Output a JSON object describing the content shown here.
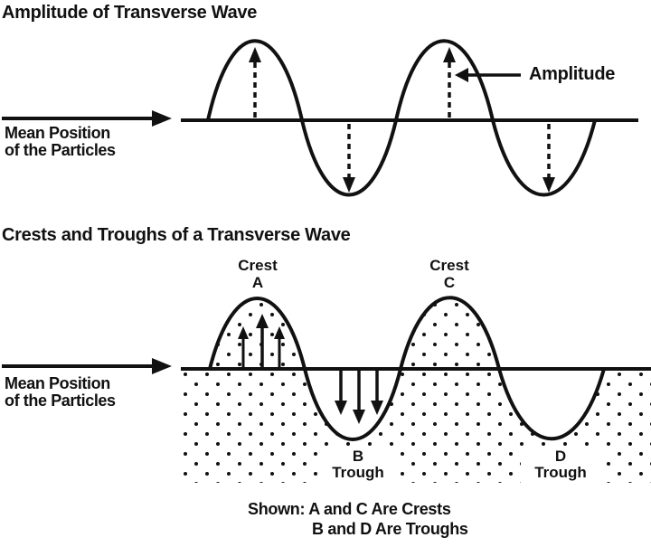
{
  "colors": {
    "ink": "#111111",
    "background": "#ffffff"
  },
  "section1": {
    "title": "Amplitude of Transverse Wave",
    "mean_label_line1": "Mean Position",
    "mean_label_line2": "of the Particles",
    "amplitude_label": "Amplitude"
  },
  "section2": {
    "title": "Crests and Troughs of a Transverse Wave",
    "mean_label_line1": "Mean Position",
    "mean_label_line2": "of the Particles",
    "crest_a": {
      "word": "Crest",
      "letter": "A"
    },
    "crest_c": {
      "word": "Crest",
      "letter": "C"
    },
    "trough_b": {
      "letter": "B",
      "word": "Trough"
    },
    "trough_d": {
      "letter": "D",
      "word": "Trough"
    },
    "caption_line1": "Shown: A and C Are Crests",
    "caption_line2": "B and D Are Troughs"
  }
}
